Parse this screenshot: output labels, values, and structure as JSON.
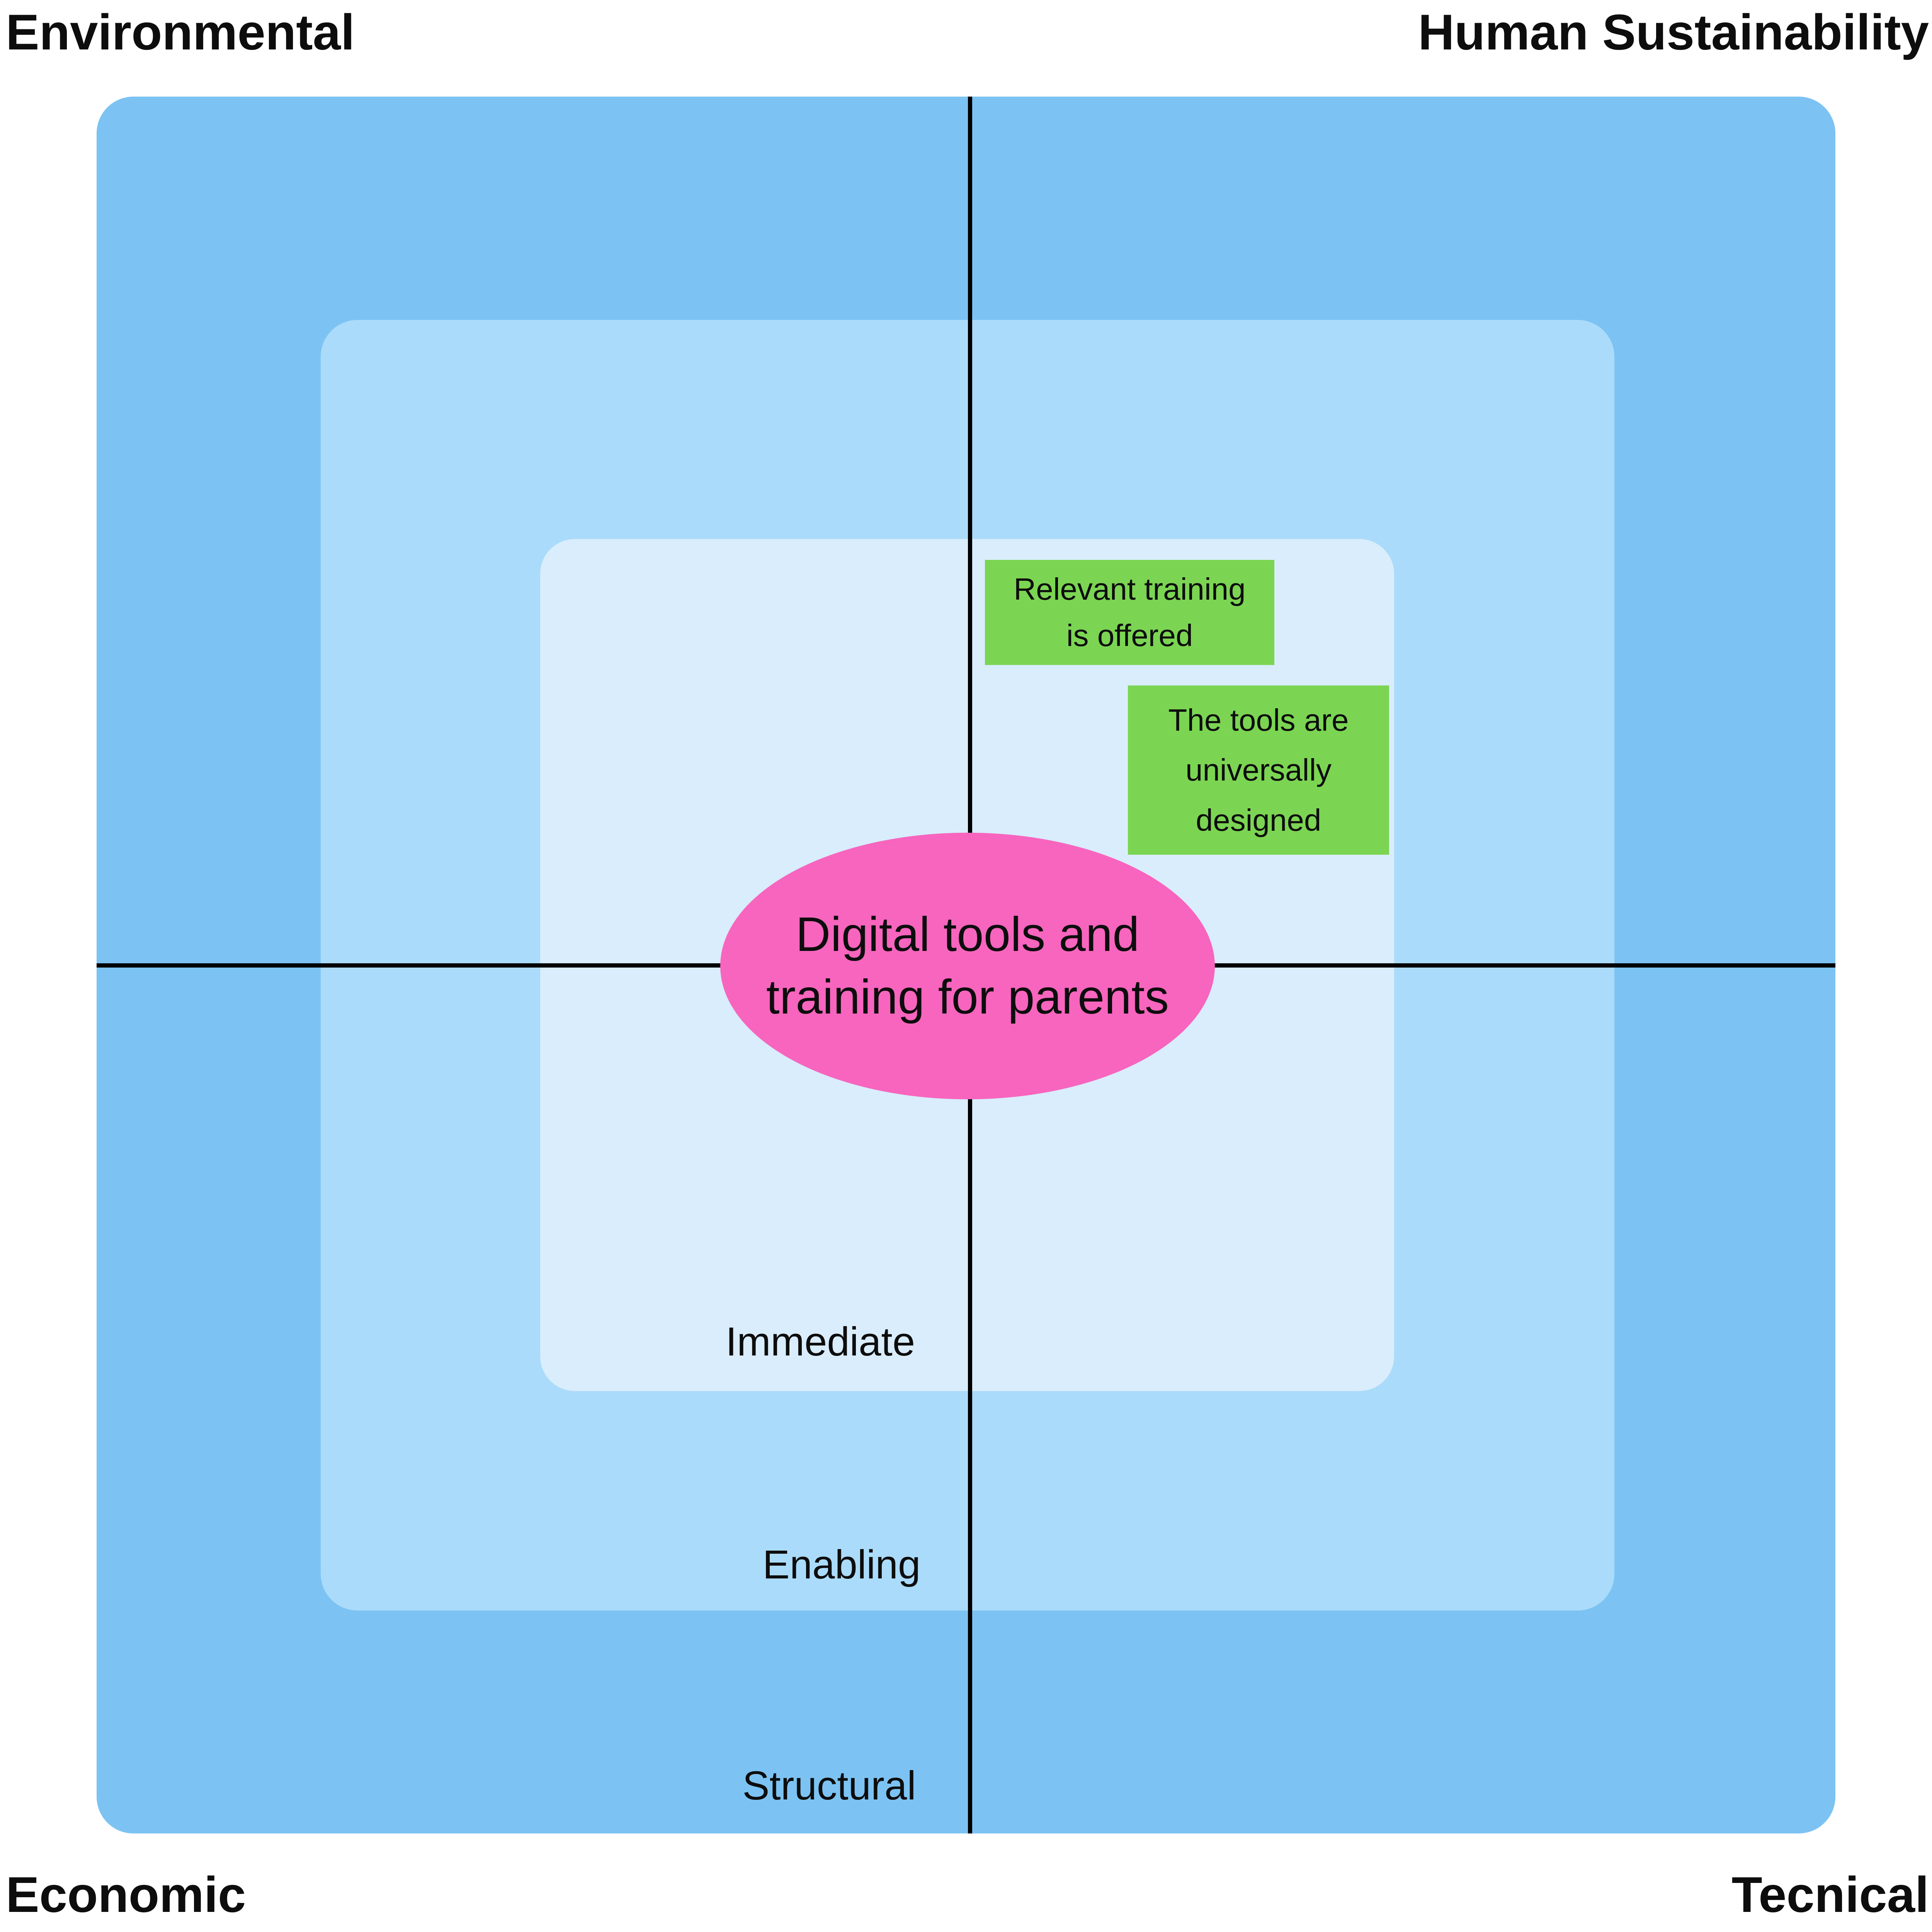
{
  "corners": {
    "top_left": {
      "label": "Environmental"
    },
    "top_right": {
      "label": "Human Sustainability"
    },
    "bottom_left": {
      "label": "Economic"
    },
    "bottom_right": {
      "label": "Tecnical"
    }
  },
  "rings": [
    {
      "id": "structural",
      "label": "Structural",
      "color": "#7cc3f3"
    },
    {
      "id": "enabling",
      "label": "Enabling",
      "color": "#abdbfa"
    },
    {
      "id": "immediate",
      "label": "Immediate",
      "color": "#d9edfc"
    }
  ],
  "axes": {
    "color": "#000000"
  },
  "center_ellipse": {
    "color": "#f765be",
    "lines": [
      "Digital tools and",
      "training for parents"
    ]
  },
  "notes": [
    {
      "color": "#7bd553",
      "lines": [
        "Relevant training",
        "is offered"
      ]
    },
    {
      "color": "#7bd553",
      "lines": [
        "The tools are",
        "universally",
        "designed"
      ]
    }
  ]
}
